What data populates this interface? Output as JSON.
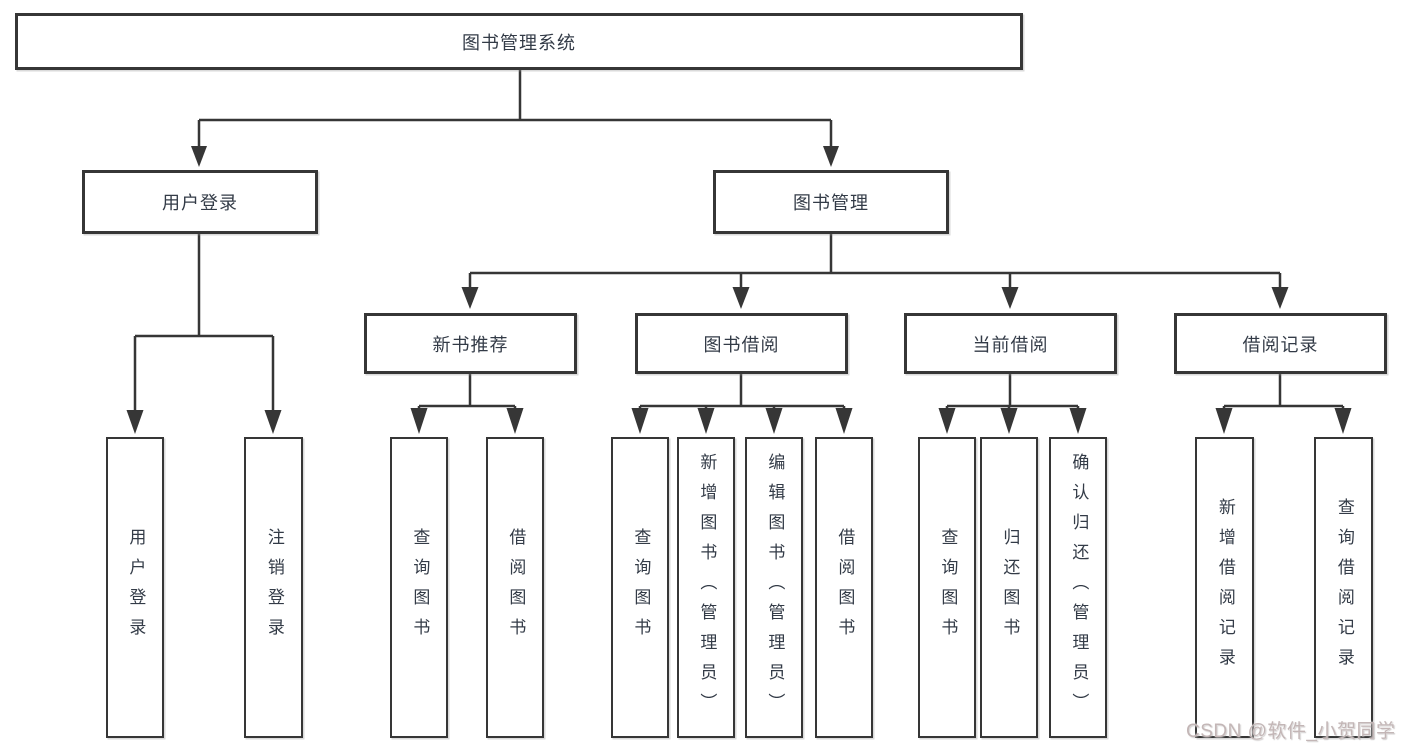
{
  "tree": {
    "root": {
      "label": "图书管理系统"
    },
    "branches": [
      {
        "label": "用户登录",
        "children": [
          {
            "label": "用户登录"
          },
          {
            "label": "注销登录"
          }
        ]
      },
      {
        "label": "图书管理",
        "children": [
          {
            "label": "新书推荐",
            "children": [
              {
                "label": "查询图书"
              },
              {
                "label": "借阅图书"
              }
            ]
          },
          {
            "label": "图书借阅",
            "children": [
              {
                "label": "查询图书"
              },
              {
                "label": "新增图书（管理员）"
              },
              {
                "label": "编辑图书（管理员）"
              },
              {
                "label": "借阅图书"
              }
            ]
          },
          {
            "label": "当前借阅",
            "children": [
              {
                "label": "查询图书"
              },
              {
                "label": "归还图书"
              },
              {
                "label": "确认归还（管理员）"
              }
            ]
          },
          {
            "label": "借阅记录",
            "children": [
              {
                "label": "新增借阅记录"
              },
              {
                "label": "查询借阅记录"
              }
            ]
          }
        ]
      }
    ]
  },
  "watermark": {
    "text": "CSDN @软件_小贺同学",
    "color": "#c3b6b6"
  },
  "colors": {
    "line": "#363636",
    "box_border": "#363636",
    "text": "#333b47",
    "background": "#ffffff"
  }
}
